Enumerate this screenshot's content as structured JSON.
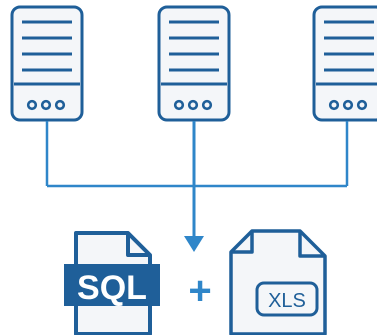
{
  "colors": {
    "stroke": "#1f5f99",
    "connector": "#2f86c9",
    "icon_fill": "#f4f6f9",
    "sql_band": "#1f5f99",
    "sql_text": "#ffffff"
  },
  "servers": [
    {
      "icon": "server-icon",
      "indicator_dots": 3
    },
    {
      "icon": "server-icon",
      "indicator_dots": 3
    },
    {
      "icon": "server-icon",
      "indicator_dots": 3
    }
  ],
  "outputs": {
    "sql_file": {
      "icon": "sql-file-icon",
      "label": "SQL"
    },
    "plus": "+",
    "xls_file": {
      "icon": "xls-file-icon",
      "label": "XLS"
    }
  }
}
